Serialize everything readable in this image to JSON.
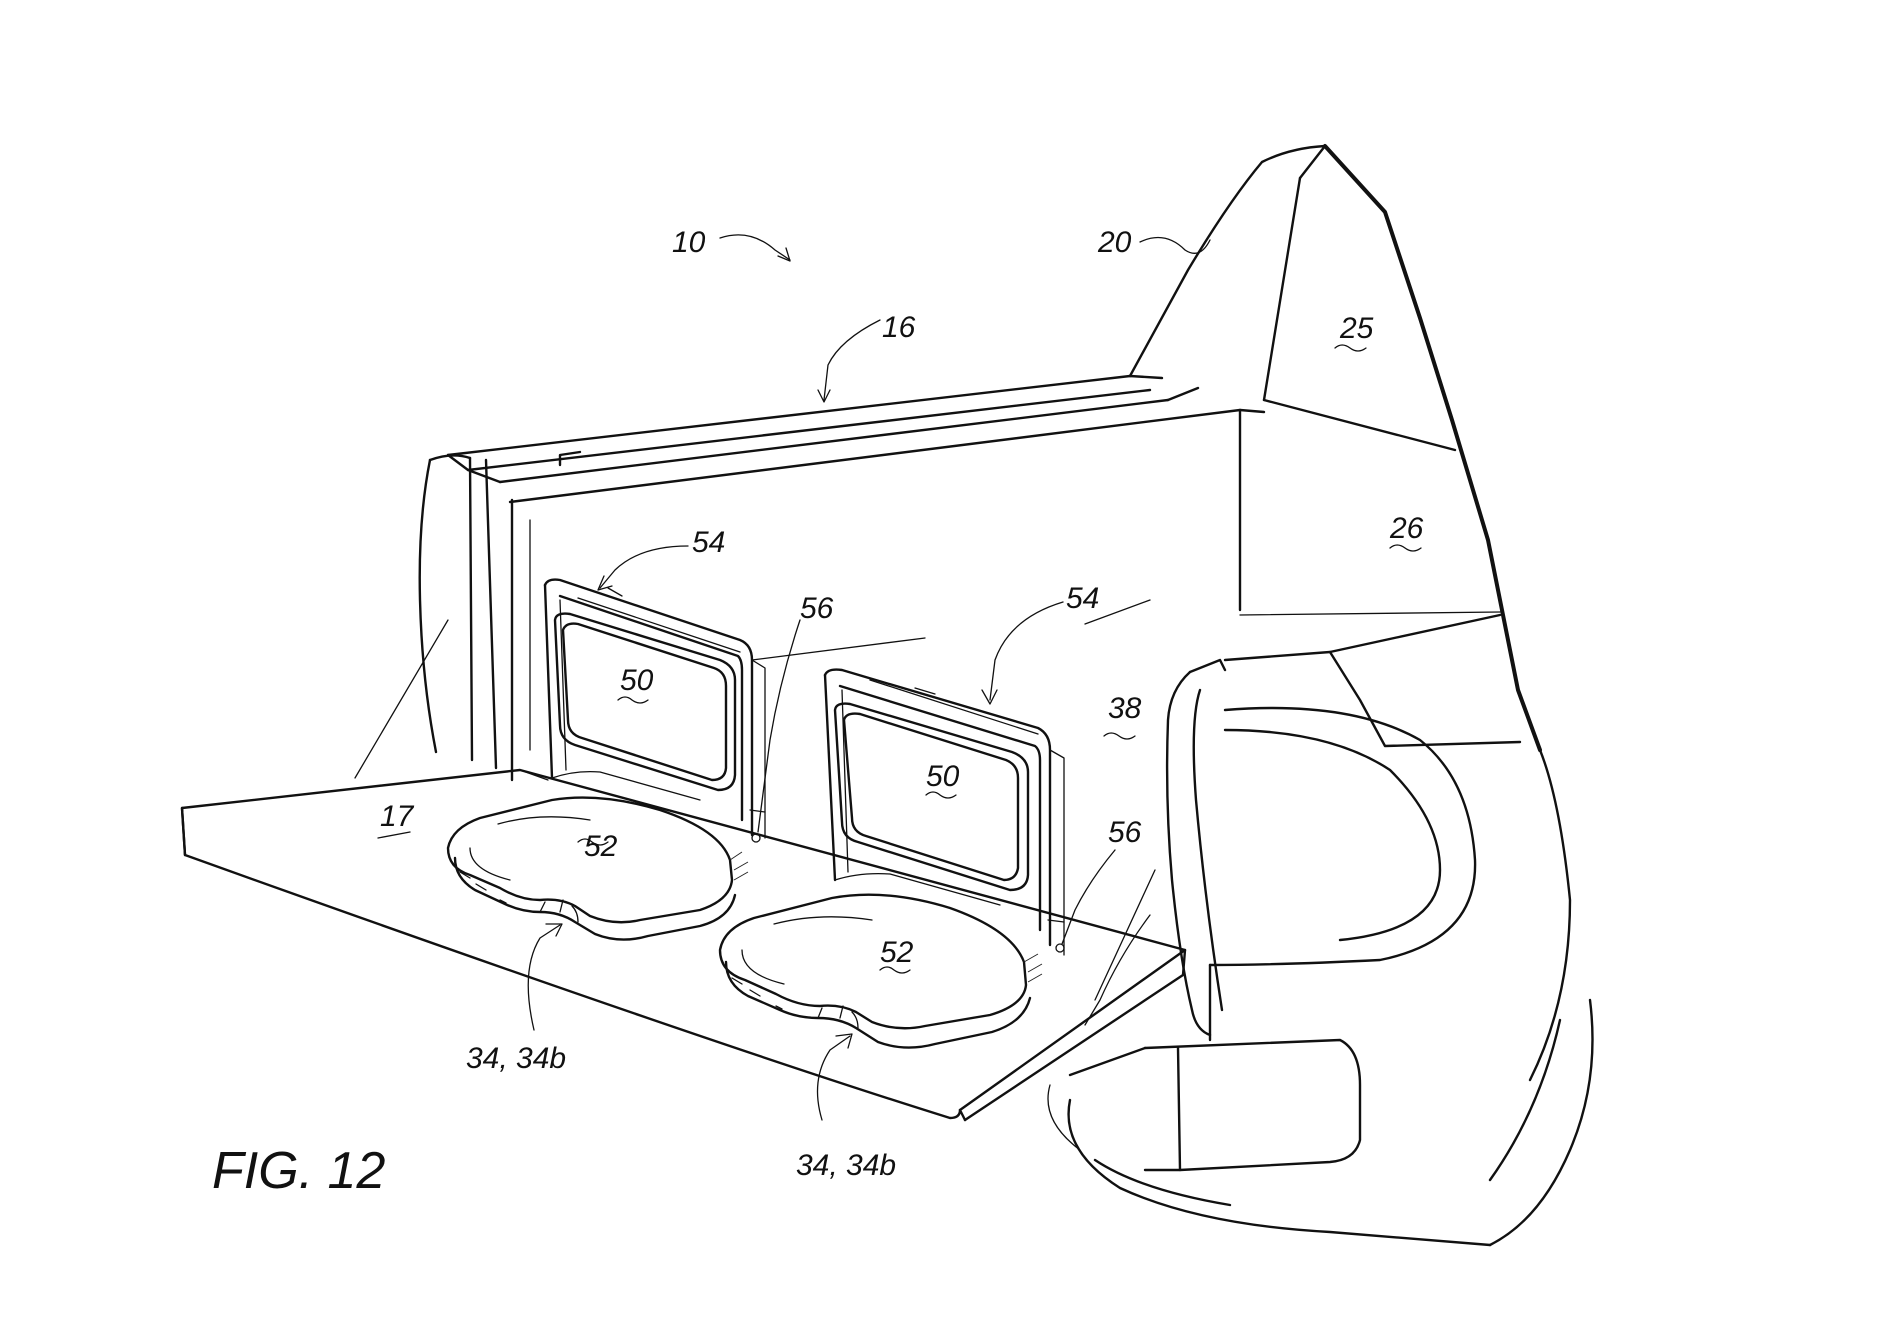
{
  "figure": {
    "caption": "FIG. 12",
    "labels": {
      "ref_10": "10",
      "ref_20": "20",
      "ref_16": "16",
      "ref_25": "25",
      "ref_26": "26",
      "ref_54_left": "54",
      "ref_54_right": "54",
      "ref_56_upper": "56",
      "ref_56_lower": "56",
      "ref_38": "38",
      "ref_50_left": "50",
      "ref_50_right": "50",
      "ref_17": "17",
      "ref_52_left": "52",
      "ref_52_right": "52",
      "ref_34_left": "34, 34b",
      "ref_34_right": "34, 34b"
    }
  }
}
